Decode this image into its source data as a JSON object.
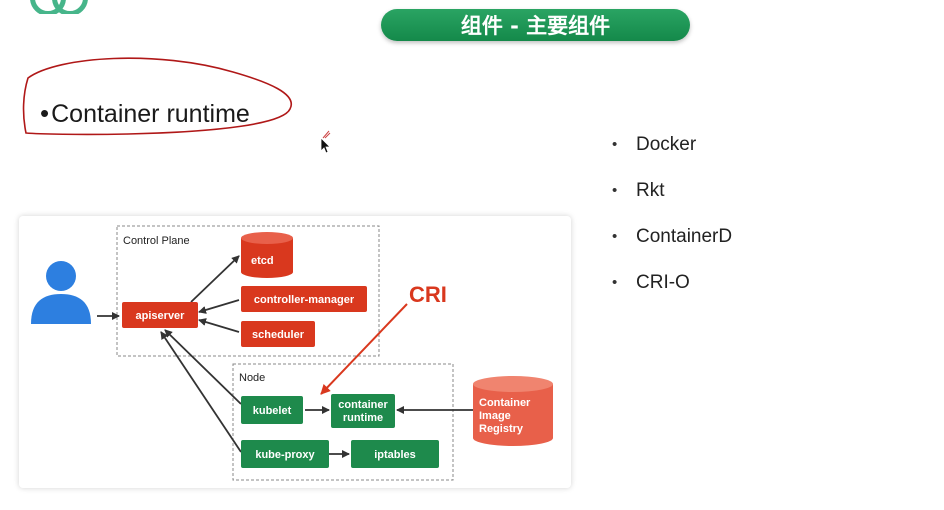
{
  "header": {
    "section_title": "组件 - 主要组件"
  },
  "slide": {
    "heading_bullet": "•",
    "heading": "Container runtime"
  },
  "runtimes": {
    "bullet": "•",
    "items": [
      "Docker",
      "Rkt",
      "ContainerD",
      "CRI-O"
    ]
  },
  "diagram": {
    "control_plane_label": "Control Plane",
    "node_label": "Node",
    "cri_label": "CRI",
    "nodes": {
      "apiserver": "apiserver",
      "etcd": "etcd",
      "controller_manager": "controller-manager",
      "scheduler": "scheduler",
      "kubelet": "kubelet",
      "container_runtime_line1": "container",
      "container_runtime_line2": "runtime",
      "kube_proxy": "kube-proxy",
      "iptables": "iptables",
      "registry_line1": "Container",
      "registry_line2": "Image",
      "registry_line3": "Registry"
    },
    "colors": {
      "control_plane_red": "#d9381e",
      "node_green": "#1e8a4c",
      "registry_orange": "#e8604a",
      "user_blue": "#2d7fe0",
      "cri_red": "#d9381e"
    }
  }
}
